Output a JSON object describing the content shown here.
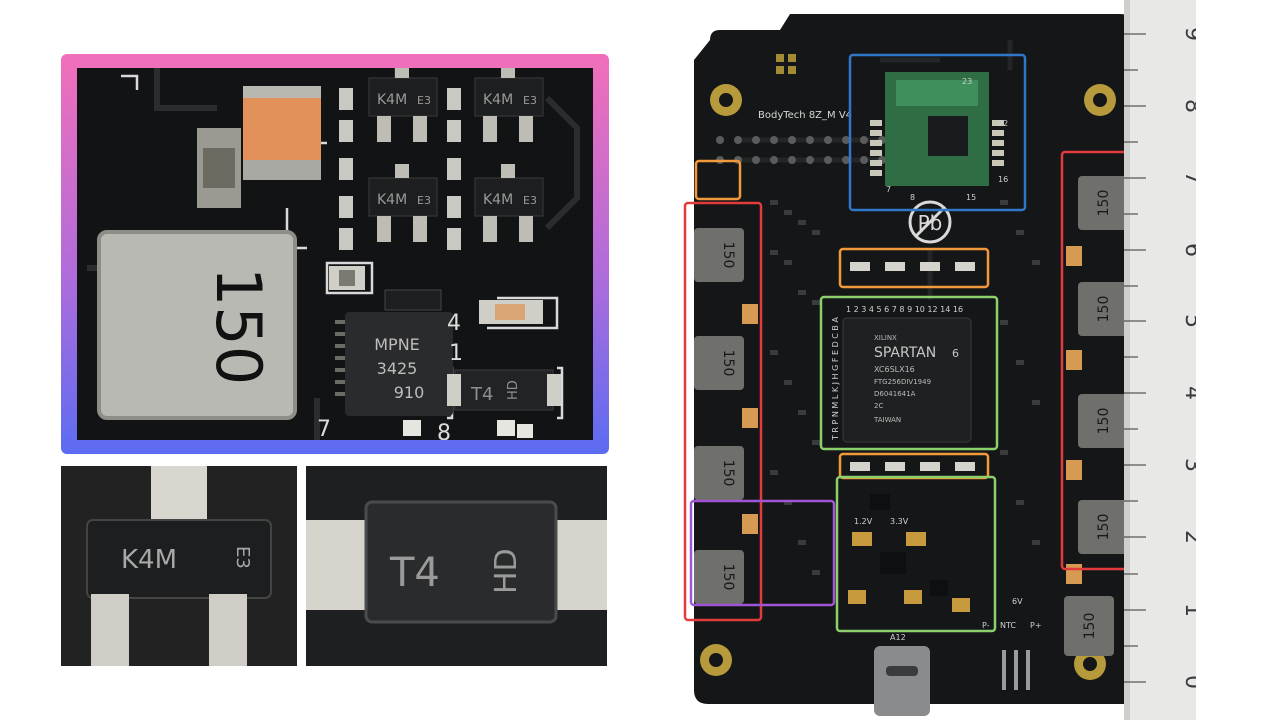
{
  "board": {
    "silk_name": "BodyTech 8Z_M V4",
    "inductor_label": "150",
    "fpga": {
      "brand": "XILINX",
      "family": "SPARTAN",
      "family_suffix": "6",
      "part": "XC6SLX16",
      "line2": "FTG256DIV1949",
      "line3": "D6041641A",
      "speed": "2C",
      "origin": "TAIWAN"
    },
    "fpga_col_labels": "1 2 3 4 5 6 7 8 9 10 12 14 16",
    "fpga_row_labels": "T R P N M L K J H G F E D C B A",
    "rail_1v2": "1.2V",
    "rail_3v3": "3.3V",
    "rail_6v": "6V",
    "ntc_label": "NTC",
    "p_minus": "P-",
    "p_plus": "P+",
    "usb_label": "A12",
    "rf_pins": [
      "23",
      "22",
      "16",
      "15",
      "8",
      "7"
    ]
  },
  "ruler": {
    "numbers": [
      "0",
      "1",
      "2",
      "3",
      "4",
      "5",
      "6",
      "7",
      "8",
      "9"
    ]
  },
  "zoom_main": {
    "transistor_marking": "K4M",
    "transistor_suffix": "E3",
    "inductor_label": "150",
    "ic_line1": "MPNE",
    "ic_line2": "3425",
    "ic_line3": "910",
    "diode_marking": "T4",
    "diode_suffix": "HD",
    "silk_4": "4",
    "silk_1": "1",
    "silk_7": "7",
    "silk_8": "8"
  },
  "zoom_transistor": {
    "marking": "K4M",
    "suffix": "E3"
  },
  "zoom_diode": {
    "marking": "T4",
    "suffix": "HD"
  },
  "colors": {
    "gradient_top": "#f26fb9",
    "gradient_bottom": "#5b6cf2",
    "box_red": "#e23b3b",
    "box_blue": "#2f78c9",
    "box_orange": "#f29a3a",
    "box_green": "#8bd06a",
    "box_purple": "#a155d6",
    "pcb": "#151617"
  }
}
